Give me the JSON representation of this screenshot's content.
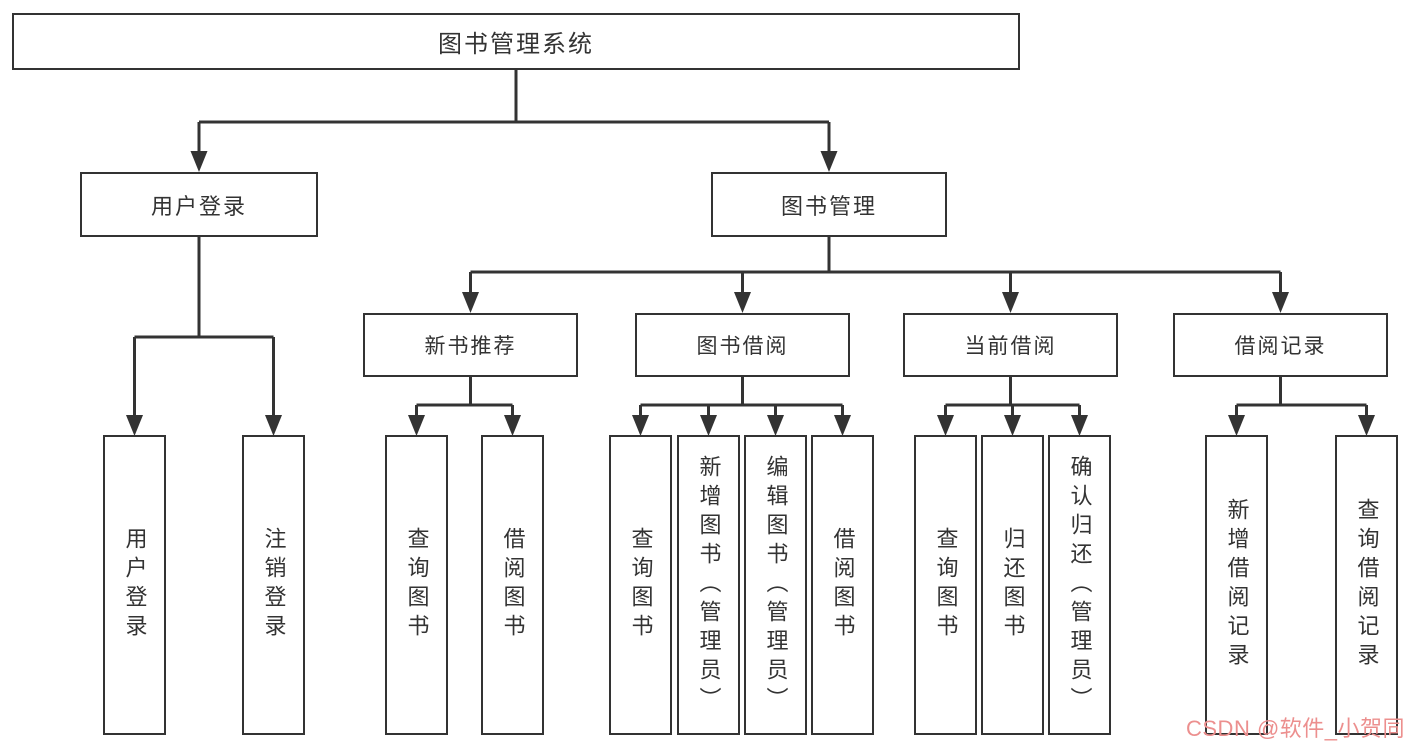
{
  "tree": {
    "root": {
      "label": "图书管理系统"
    },
    "branches": [
      {
        "label": "用户登录",
        "children": [
          {
            "label": "用户登录"
          },
          {
            "label": "注销登录"
          }
        ]
      },
      {
        "label": "图书管理",
        "children": [
          {
            "label": "新书推荐",
            "children": [
              {
                "label": "查询图书"
              },
              {
                "label": "借阅图书"
              }
            ]
          },
          {
            "label": "图书借阅",
            "children": [
              {
                "label": "查询图书"
              },
              {
                "label": "新增图书（管理员）"
              },
              {
                "label": "编辑图书（管理员）"
              },
              {
                "label": "借阅图书"
              }
            ]
          },
          {
            "label": "当前借阅",
            "children": [
              {
                "label": "查询图书"
              },
              {
                "label": "归还图书"
              },
              {
                "label": "确认归还（管理员）"
              }
            ]
          },
          {
            "label": "借阅记录",
            "children": [
              {
                "label": "新增借阅记录"
              },
              {
                "label": "查询借阅记录"
              }
            ]
          }
        ]
      }
    ]
  },
  "watermark": {
    "text": "CSDN @软件_小贺同学"
  },
  "colors": {
    "line": "#333333",
    "text": "#333333",
    "background": "#ffffff",
    "watermark": "#ec8f8e"
  }
}
